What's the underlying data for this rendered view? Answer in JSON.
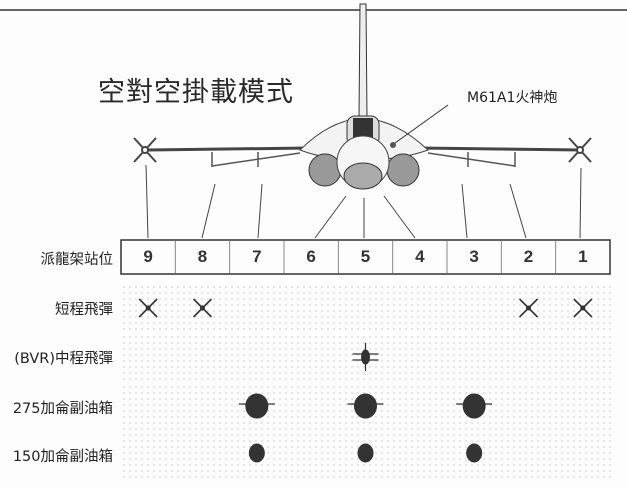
{
  "title": "空對空掛載模式",
  "gun_label": "M61A1火神炮",
  "stations_label": "派龍架站位",
  "stations": [
    "9",
    "8",
    "7",
    "6",
    "5",
    "4",
    "3",
    "2",
    "1"
  ],
  "rows": [
    {
      "label": "短程飛彈",
      "mark": "x-missile",
      "stations": [
        "9",
        "8",
        "2",
        "1"
      ]
    },
    {
      "label": "(BVR)中程飛彈",
      "mark": "bvr-missile",
      "stations": [
        "5"
      ]
    },
    {
      "label": "275加侖副油箱",
      "mark": "large-tank",
      "stations": [
        "7",
        "5",
        "3"
      ]
    },
    {
      "label": "150加侖副油箱",
      "mark": "small-tank",
      "stations": [
        "7",
        "5",
        "3"
      ]
    }
  ],
  "colors": {
    "ink": "#2a2a2a",
    "mark": "#333333"
  }
}
